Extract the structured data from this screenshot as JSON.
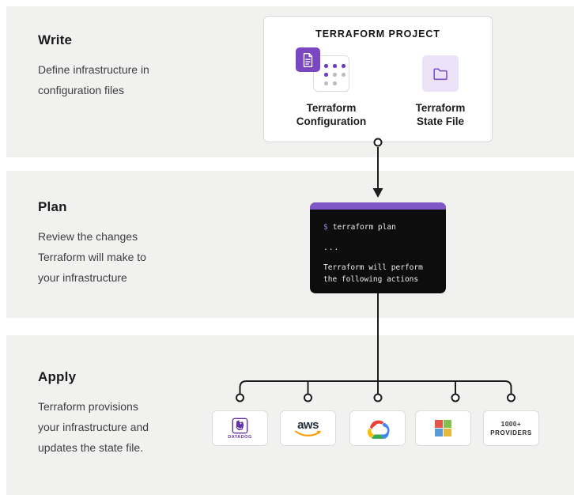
{
  "stages": {
    "write": {
      "title": "Write",
      "lines": [
        "Define infrastructure in",
        "configuration files"
      ]
    },
    "plan": {
      "title": "Plan",
      "lines": [
        "Review the changes",
        "Terraform will make to",
        "your infrastructure"
      ]
    },
    "apply": {
      "title": "Apply",
      "lines": [
        "Terraform provisions",
        "your infrastructure and",
        "updates the state file."
      ]
    }
  },
  "project_card": {
    "title": "TERRAFORM PROJECT",
    "configuration": {
      "label_line1": "Terraform",
      "label_line2": "Configuration",
      "icon": "document-icon,dots-grid-icon"
    },
    "state_file": {
      "label_line1": "Terraform",
      "label_line2": "State File",
      "icon": "folder-icon"
    }
  },
  "terminal": {
    "prompt": "$",
    "command": "terraform plan",
    "ellipsis": "...",
    "output_line1": "Terraform will perform",
    "output_line2": "the following actions"
  },
  "providers": {
    "datadog": {
      "name": "Datadog",
      "label": "DATADOG",
      "icon": "datadog-dog-icon"
    },
    "aws": {
      "name": "AWS",
      "wordmark": "aws",
      "icon": "aws-smile-arrow-icon"
    },
    "google_cloud": {
      "name": "Google Cloud",
      "icon": "google-cloud-icon"
    },
    "microsoft": {
      "name": "Microsoft",
      "icon": "microsoft-squares-icon"
    },
    "more": {
      "line1": "1000+",
      "line2": "PROVIDERS"
    }
  },
  "colors": {
    "band_gray": "#f1f1f0",
    "terraform_purple": "#7b47c1",
    "terminal_header_purple": "#8156c6",
    "lavender": "#ebe2f8",
    "terminal_background": "#0d0d0d",
    "terminal_text": "#ededed",
    "prompt_purple": "#a37fd6",
    "connector_black": "#1d1d1d",
    "datadog_purple": "#6232a8",
    "aws_orange": "#ff9900",
    "aws_dark": "#232f3e",
    "microsoft_red": "#e2574c",
    "microsoft_green": "#83bf4f",
    "microsoft_blue": "#5b9bd5",
    "microsoft_yellow": "#e5b93c",
    "google_red": "#ea4335",
    "google_yellow": "#fbbc05",
    "google_green": "#34a853",
    "google_blue": "#4285f4"
  }
}
